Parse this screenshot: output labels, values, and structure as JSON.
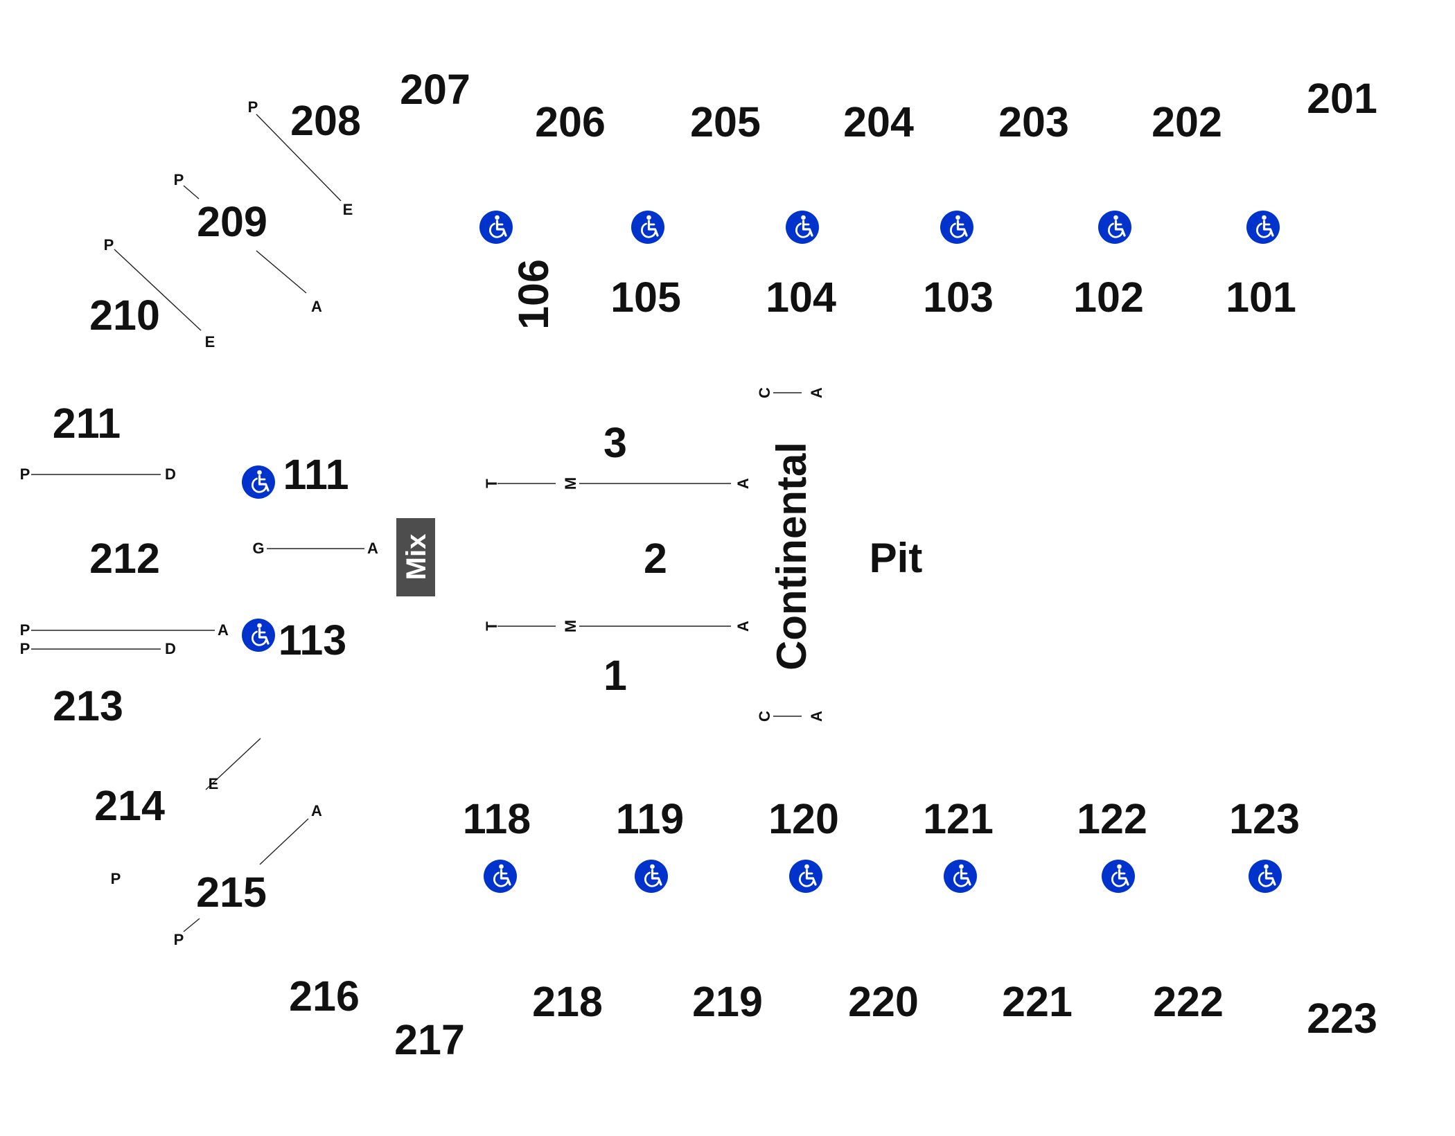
{
  "colors": {
    "accessible": "#0033cc",
    "mix_booth": "#4d4d4d",
    "text": "#111111"
  },
  "icons": {
    "accessible": "wheelchair-icon"
  },
  "sections": {
    "upper": [
      "201",
      "202",
      "203",
      "204",
      "205",
      "206",
      "207",
      "208",
      "209",
      "210",
      "211",
      "212",
      "213",
      "214",
      "215",
      "216",
      "217",
      "218",
      "219",
      "220",
      "221",
      "222",
      "223"
    ],
    "lower": [
      "101",
      "102",
      "103",
      "104",
      "105",
      "106",
      "111",
      "113",
      "118",
      "119",
      "120",
      "121",
      "122",
      "123"
    ]
  },
  "floor": {
    "front": "1",
    "middle": "2",
    "back": "3"
  },
  "stage": {
    "name": "Continental",
    "pit": "Pit",
    "mix": "Mix"
  },
  "row_letters": [
    "P",
    "E",
    "A",
    "D",
    "G",
    "T",
    "M",
    "C"
  ]
}
